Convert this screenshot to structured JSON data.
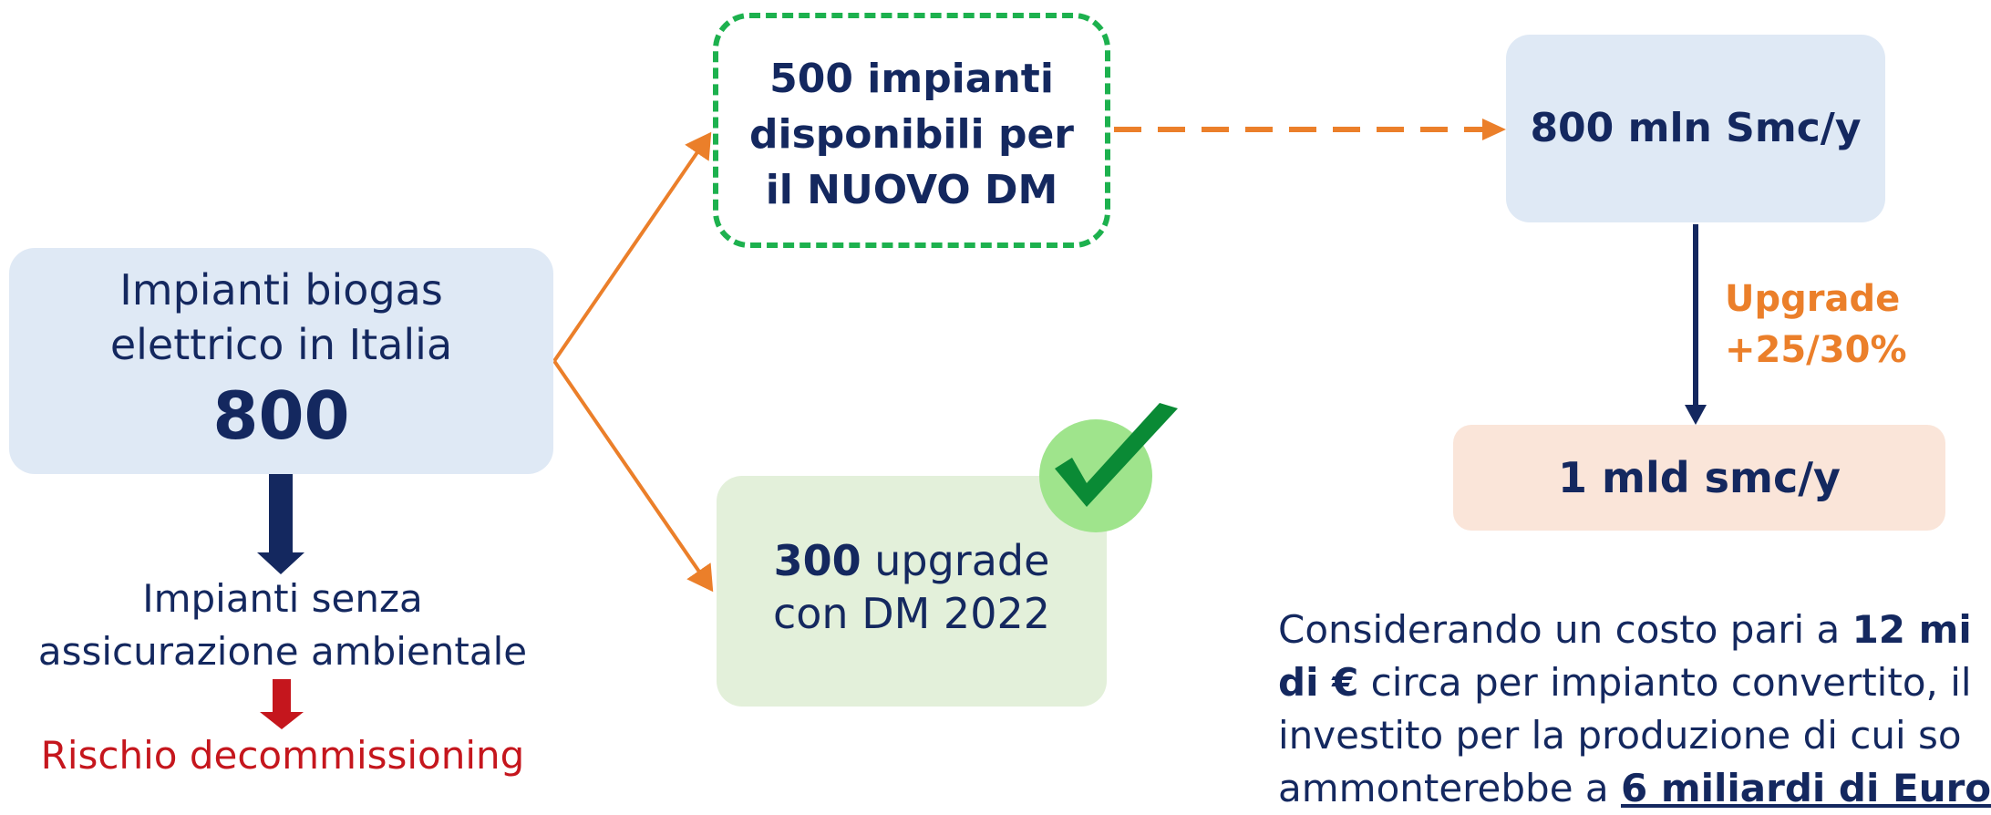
{
  "main_box": {
    "line1": "Impianti biogas",
    "line2": "elettrico in Italia",
    "count": "800"
  },
  "no_insurance": {
    "line1": "Impianti senza",
    "line2": "assicurazione ambientale"
  },
  "risk": "Rischio decommissioning",
  "available_box": {
    "line1": "500 impianti",
    "line2": "disponibili per",
    "line3": "il NUOVO DM"
  },
  "upgraded_box": {
    "count": "300",
    "line1_rest": " upgrade",
    "line2": "con DM 2022"
  },
  "production_box": {
    "label": "800 mln Smc/y"
  },
  "upgrade_label": {
    "line1": "Upgrade",
    "line2": "+25/30%"
  },
  "result_box": {
    "label": "1 mld smc/y"
  },
  "note": {
    "l1_text": "Considerando un costo pari a ",
    "l1_bold": "12 mi",
    "l2_bold": "di €",
    "l2_text": " circa per impianto convertito, il",
    "l3_text": "investito per la produzione di cui so",
    "l4_text": "ammonterebbe a ",
    "l4_bold": "6 miliardi di Euro"
  },
  "colors": {
    "navy": "#14285f",
    "orange": "#eb7f2a",
    "red": "#c5161d",
    "green": "#1db14e",
    "light_blue": "#dfe9f5",
    "light_green": "#e3f0da",
    "light_peach": "#fae5d9"
  },
  "icons": [
    "check-icon",
    "arrow-down-icon",
    "arrow-right-icon"
  ]
}
